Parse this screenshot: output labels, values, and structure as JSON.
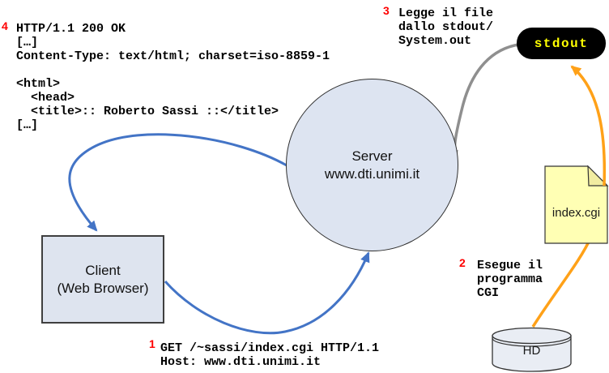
{
  "diagram": {
    "colors": {
      "arrow_blue": "#4374c6",
      "arrow_gray": "#8f8f8f",
      "arrow_orange": "#ffa118",
      "step_number_red": "#fe0000",
      "node_fill": "#dde4f1",
      "paper_fill": "#ffffb4",
      "stdout_bg": "#000000",
      "stdout_text": "#ffff00"
    },
    "nodes": {
      "server": {
        "line1": "Server",
        "line2": "www.dti.unimi.it"
      },
      "client": {
        "line1": "Client",
        "line2": "(Web Browser)"
      },
      "stdout": {
        "label": "stdout"
      },
      "index_cgi": {
        "label": "index.cgi"
      },
      "hd": {
        "label": "HD"
      }
    },
    "annotations": {
      "step1": {
        "number": "1",
        "text": "GET /~sassi/index.cgi HTTP/1.1\nHost: www.dti.unimi.it"
      },
      "step2": {
        "number": "2",
        "text": "Esegue il\nprogramma\nCGI"
      },
      "step3": {
        "number": "3",
        "text": "Legge il file\ndallo stdout/\nSystem.out"
      },
      "step4": {
        "number": "4",
        "text": "HTTP/1.1 200 OK\n[…]\nContent-Type: text/html; charset=iso-8859-1\n\n<html>\n  <head>\n  <title>:: Roberto Sassi ::</title>\n[…]"
      }
    }
  }
}
